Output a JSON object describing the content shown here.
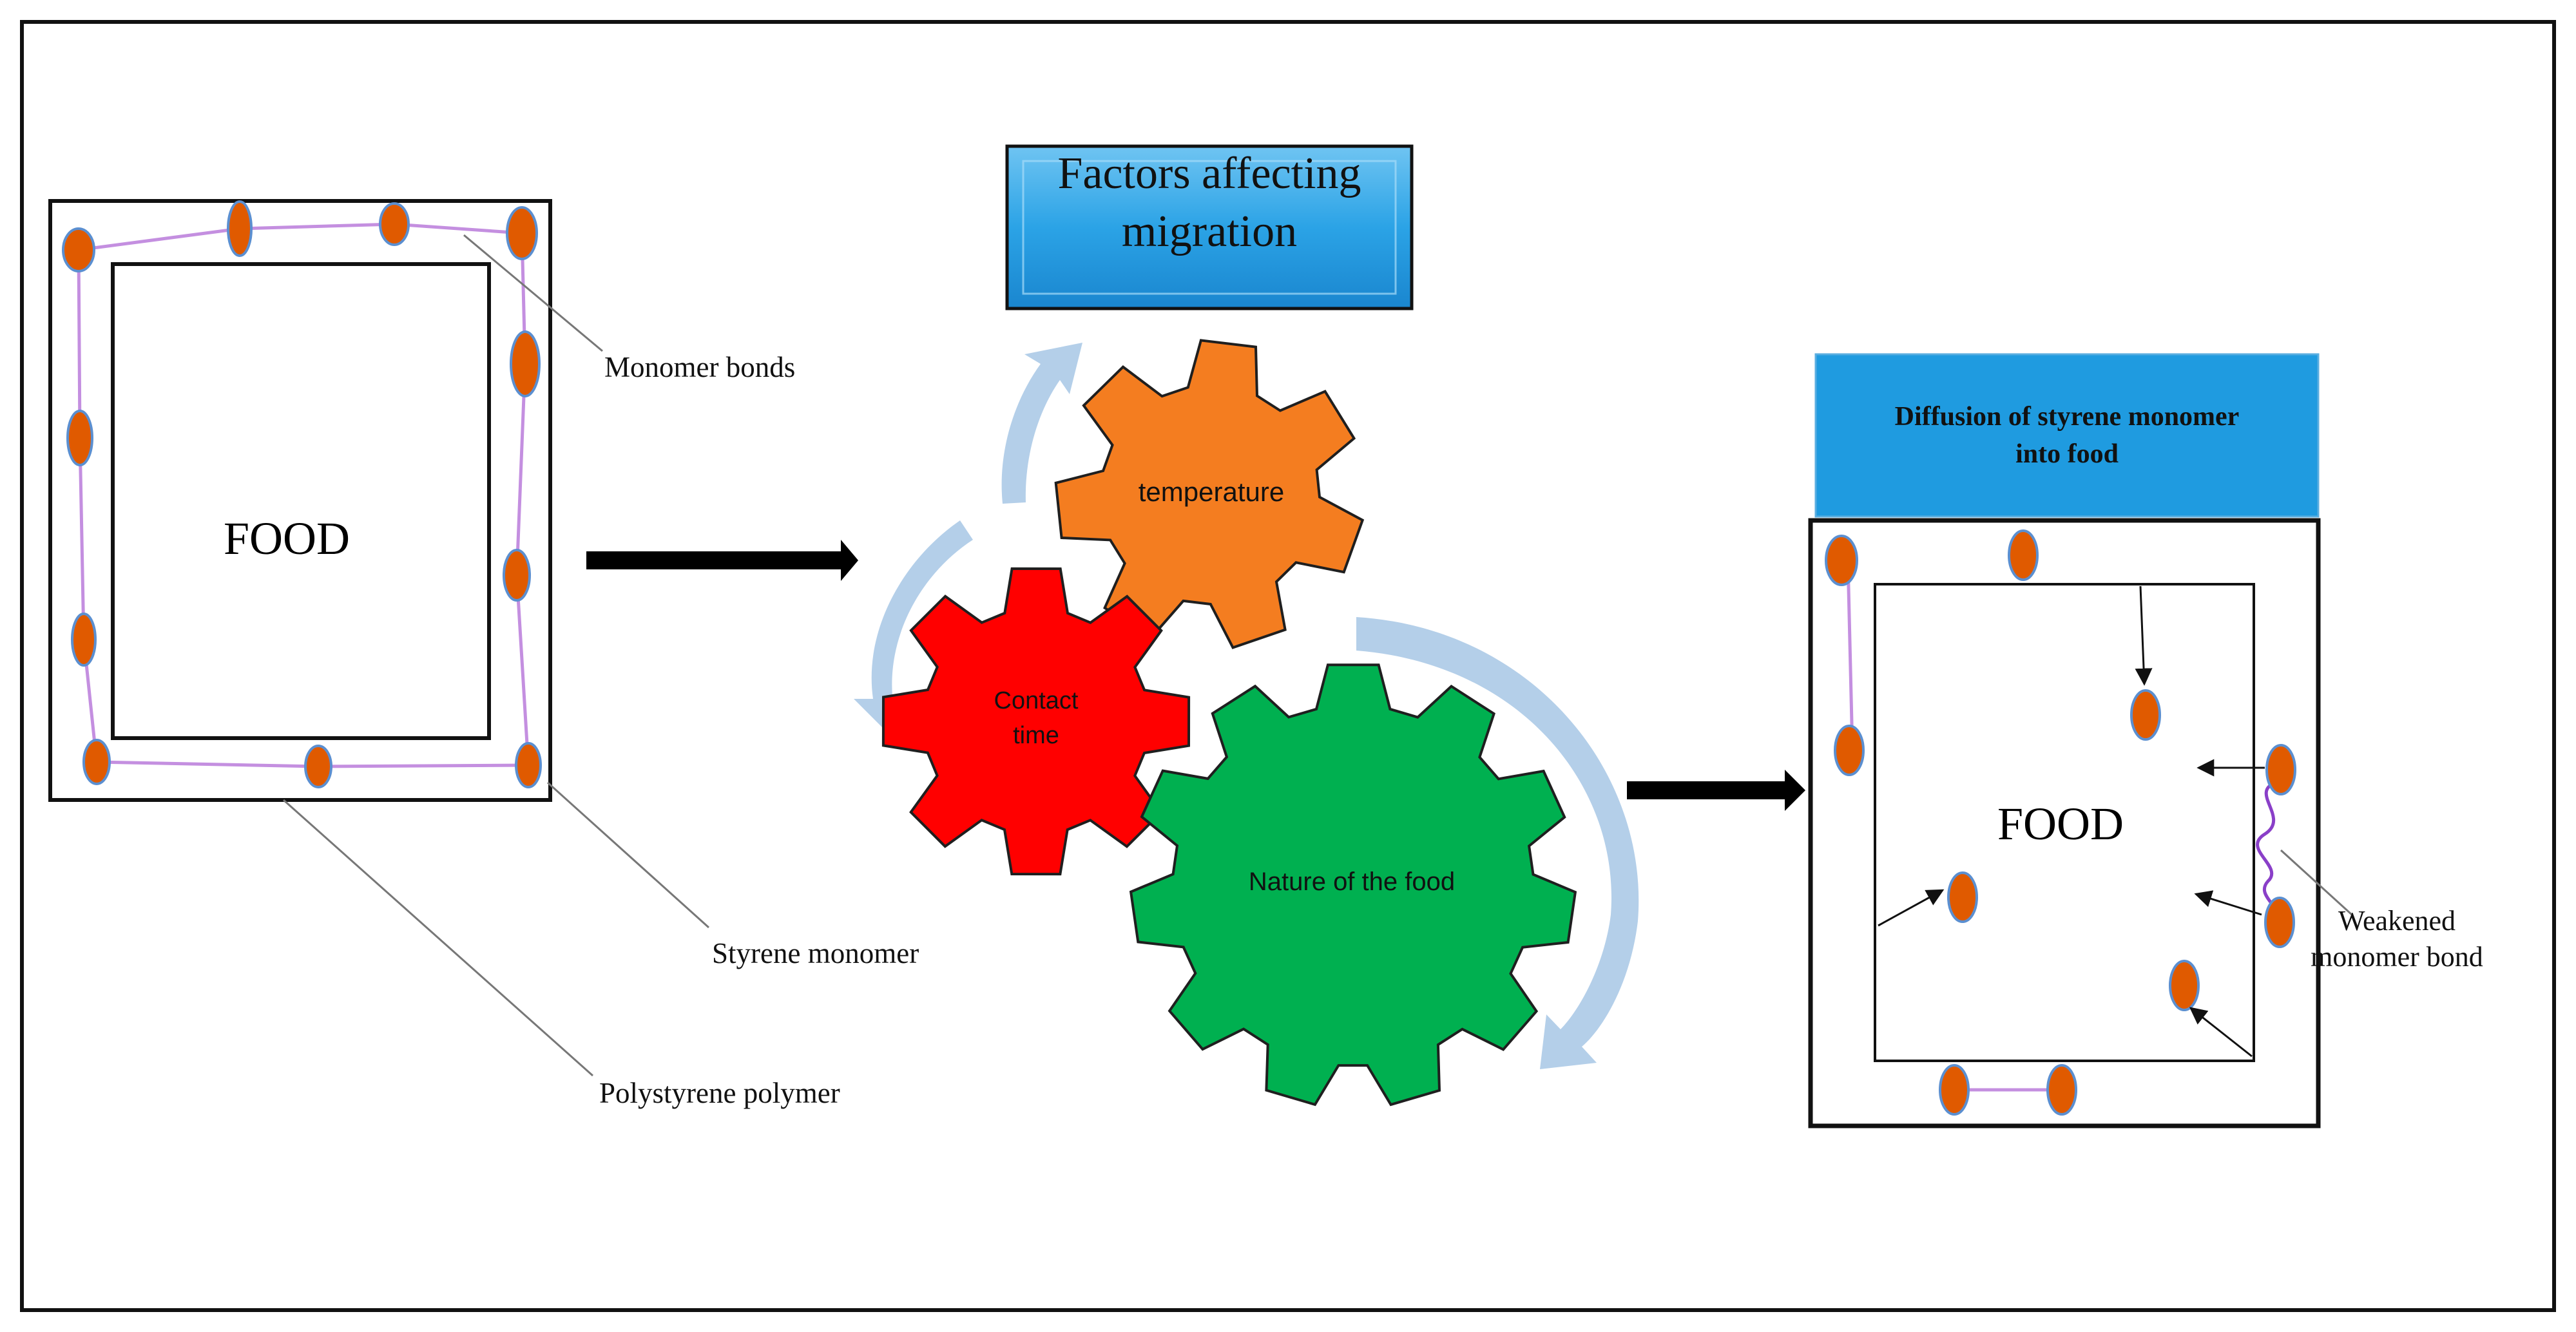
{
  "left_panel": {
    "food_label": "FOOD",
    "callouts": {
      "monomer_bonds": "Monomer bonds",
      "styrene_monomer": "Styrene monomer",
      "polystyrene_polymer": "Polystyrene polymer"
    }
  },
  "factors_box": {
    "title_line1": "Factors affecting",
    "title_line2": "migration"
  },
  "gears": {
    "temperature": "temperature",
    "contact_time_line1": "Contact",
    "contact_time_line2": "time",
    "nature_of_food": "Nature of the food"
  },
  "right_panel": {
    "title_line1": "Diffusion of styrene monomer",
    "title_line2": "into food",
    "food_label": "FOOD",
    "callouts": {
      "weakened_line1": "Weakened",
      "weakened_line2": "monomer bond"
    }
  },
  "colors": {
    "monomer_fill": "#e05a00",
    "monomer_stroke": "#5b8fd0",
    "bond_line": "#c48fe0",
    "weakened_bond": "#8a3fc8",
    "gear_temperature": "#f47d20",
    "gear_contact_time": "#ff0000",
    "gear_nature_of_food": "#00b050",
    "cycle_arrows": "#b4cfe9",
    "header_blue": "#1f9be0"
  }
}
